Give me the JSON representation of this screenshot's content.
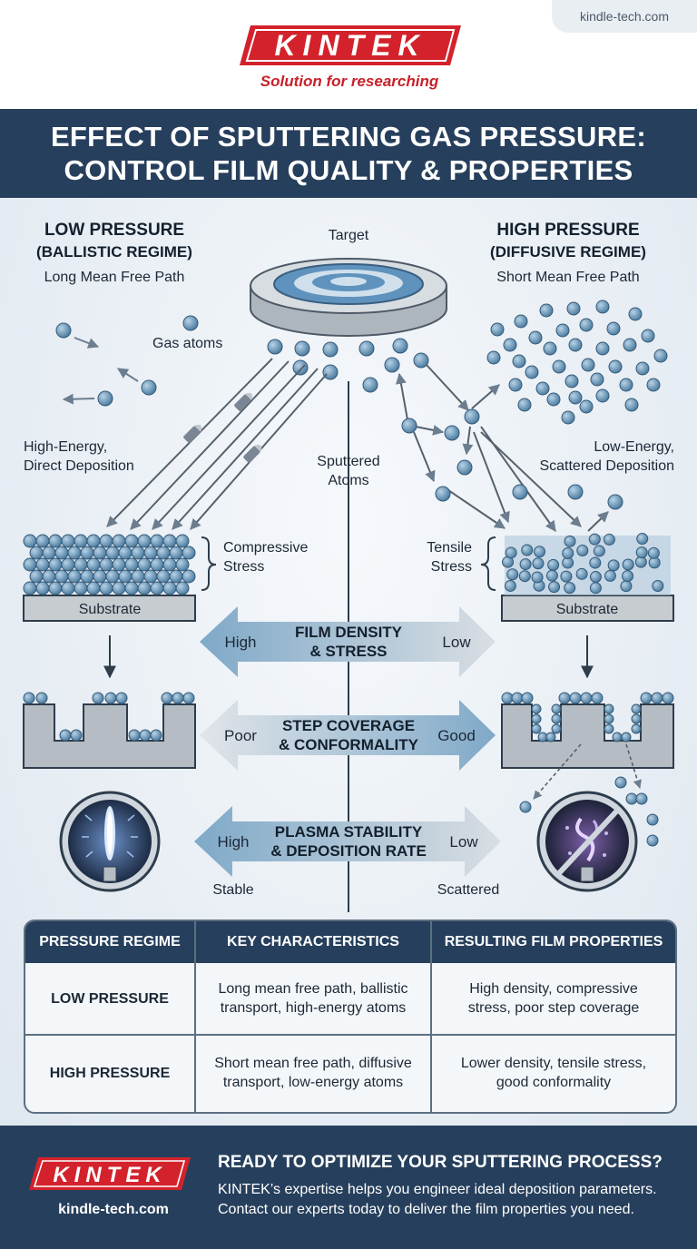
{
  "header": {
    "site": "kindle-tech.com",
    "brand": "KINTEK",
    "tagline": "Solution for researching"
  },
  "banner": {
    "line1": "EFFECT OF SPUTTERING GAS PRESSURE:",
    "line2": "CONTROL FILM QUALITY & PROPERTIES"
  },
  "diagram": {
    "low": {
      "title": "LOW PRESSURE",
      "regime": "(BALLISTIC REGIME)",
      "path": "Long Mean Free Path",
      "gas_atoms": "Gas atoms",
      "deposition_1": "High-Energy,",
      "deposition_2": "Direct Deposition",
      "stress_1": "Compressive",
      "stress_2": "Stress",
      "substrate": "Substrate",
      "plasma": "Stable"
    },
    "high": {
      "title": "HIGH PRESSURE",
      "regime": "(DIFFUSIVE REGIME)",
      "path": "Short Mean Free Path",
      "deposition_1": "Low-Energy,",
      "deposition_2": "Scattered Deposition",
      "stress_1": "Tensile",
      "stress_2": "Stress",
      "substrate": "Substrate",
      "plasma": "Scattered"
    },
    "target": "Target",
    "sputtered_1": "Sputtered",
    "sputtered_2": "Atoms",
    "arrows": [
      {
        "left": "High",
        "title_1": "FILM DENSITY",
        "title_2": "& STRESS",
        "right": "Low"
      },
      {
        "left": "Poor",
        "title_1": "STEP COVERAGE",
        "title_2": "& CONFORMALITY",
        "right": "Good"
      },
      {
        "left": "High",
        "title_1": "PLASMA STABILITY",
        "title_2": "& DEPOSITION RATE",
        "right": "Low"
      }
    ],
    "colors": {
      "atom": "#6f9dbf",
      "arrow_blue": "#7fa9c8",
      "arrow_grey": "#d3d8dd",
      "substrate": "#c7ccd1"
    }
  },
  "table": {
    "headers": [
      "PRESSURE REGIME",
      "KEY CHARACTERISTICS",
      "RESULTING FILM PROPERTIES"
    ],
    "rows": [
      {
        "regime": "LOW PRESSURE",
        "char_1": "Long mean free path, ballistic",
        "char_2": "transport, high-energy atoms",
        "prop_1": "High density, compressive",
        "prop_2": "stress, poor step coverage"
      },
      {
        "regime": "HIGH PRESSURE",
        "char_1": "Short mean free path, diffusive",
        "char_2": "transport, low-energy atoms",
        "prop_1": "Lower density, tensile stress,",
        "prop_2": "good conformality"
      }
    ]
  },
  "footer": {
    "brand": "KINTEK",
    "site": "kindle-tech.com",
    "cta_title": "READY TO OPTIMIZE YOUR SPUTTERING PROCESS?",
    "cta_line1": "KINTEK’s expertise helps you engineer ideal deposition parameters.",
    "cta_line2": "Contact our experts today to deliver the film properties you need."
  }
}
